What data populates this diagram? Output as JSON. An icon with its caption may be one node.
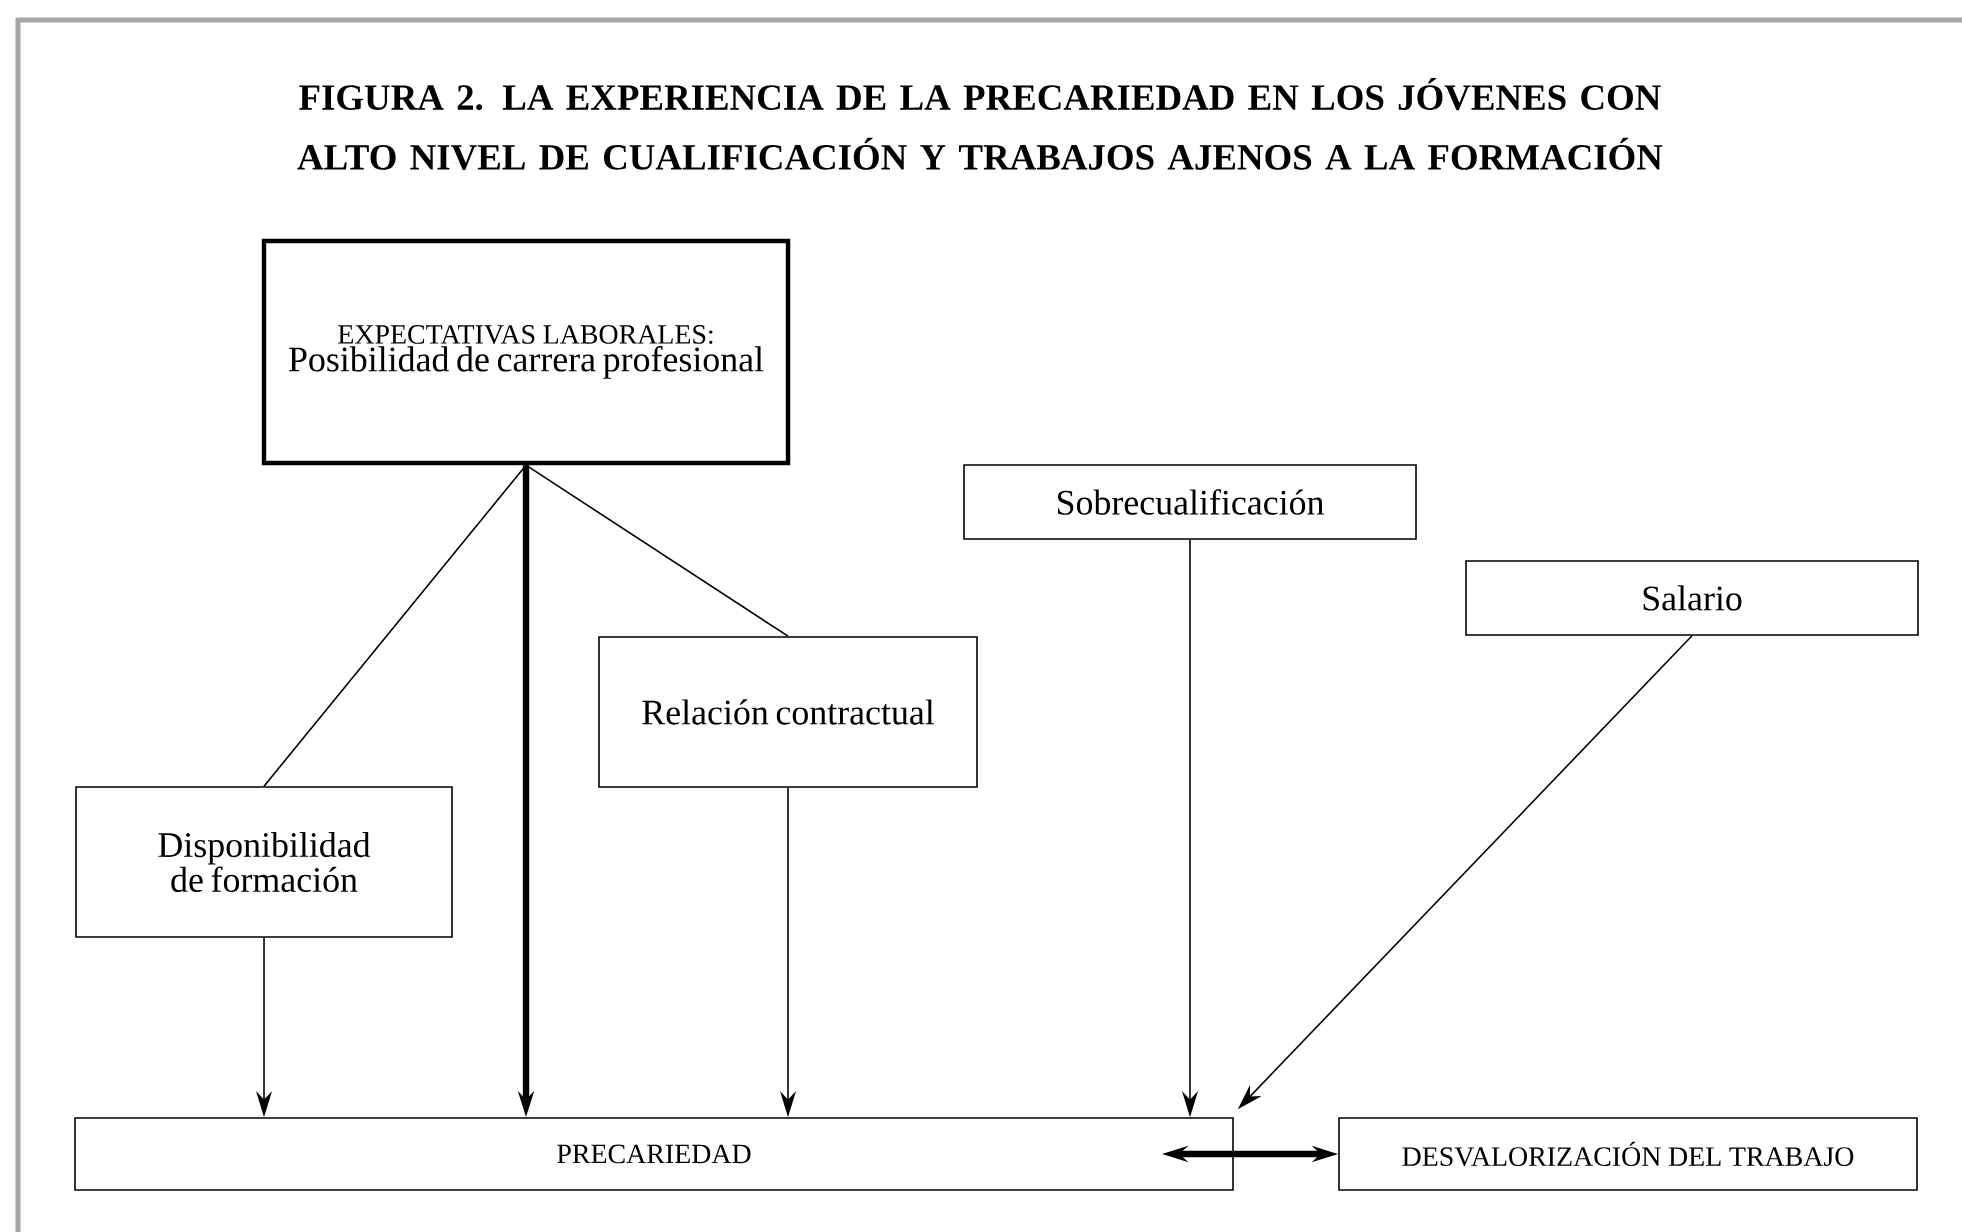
{
  "diagram": {
    "title": "FIGURA 2. LA EXPERIENCIA DE LA PRECARIEDAD EN LOS JÓVENES CON ALTO NIVEL DE CUALIFICACIÓN Y TRABAJOS AJENOS A LA FORMACIÓN",
    "nodes": [
      {
        "text": [
          "EXPECTATIVAS LABORALES:",
          "Posibilidad de carrera profesional"
        ]
      },
      {
        "text": [
          "Sobrecualificación"
        ]
      },
      {
        "text": [
          "Salario"
        ]
      },
      {
        "text": [
          "Relación contractual"
        ]
      },
      {
        "text": [
          "Disponibilidad de formación"
        ]
      },
      {
        "text": [
          "PRECARIEDAD"
        ]
      },
      {
        "text": [
          "DESVALORIZACIÓN DEL TRABAJO"
        ]
      }
    ],
    "edges": [
      {
        "from": 0,
        "to": 4,
        "arrow": "none"
      },
      {
        "from": 0,
        "to": 3,
        "arrow": "none"
      },
      {
        "from": 0,
        "to": 5,
        "arrow": "to",
        "style": "thick"
      },
      {
        "from": 4,
        "to": 5,
        "arrow": "to"
      },
      {
        "from": 3,
        "to": 5,
        "arrow": "to"
      },
      {
        "from": 1,
        "to": 5,
        "arrow": "to"
      },
      {
        "from": 2,
        "to": 5,
        "arrow": "to"
      },
      {
        "from": 5,
        "to": 6,
        "arrow": "both",
        "style": "thick"
      }
    ]
  }
}
